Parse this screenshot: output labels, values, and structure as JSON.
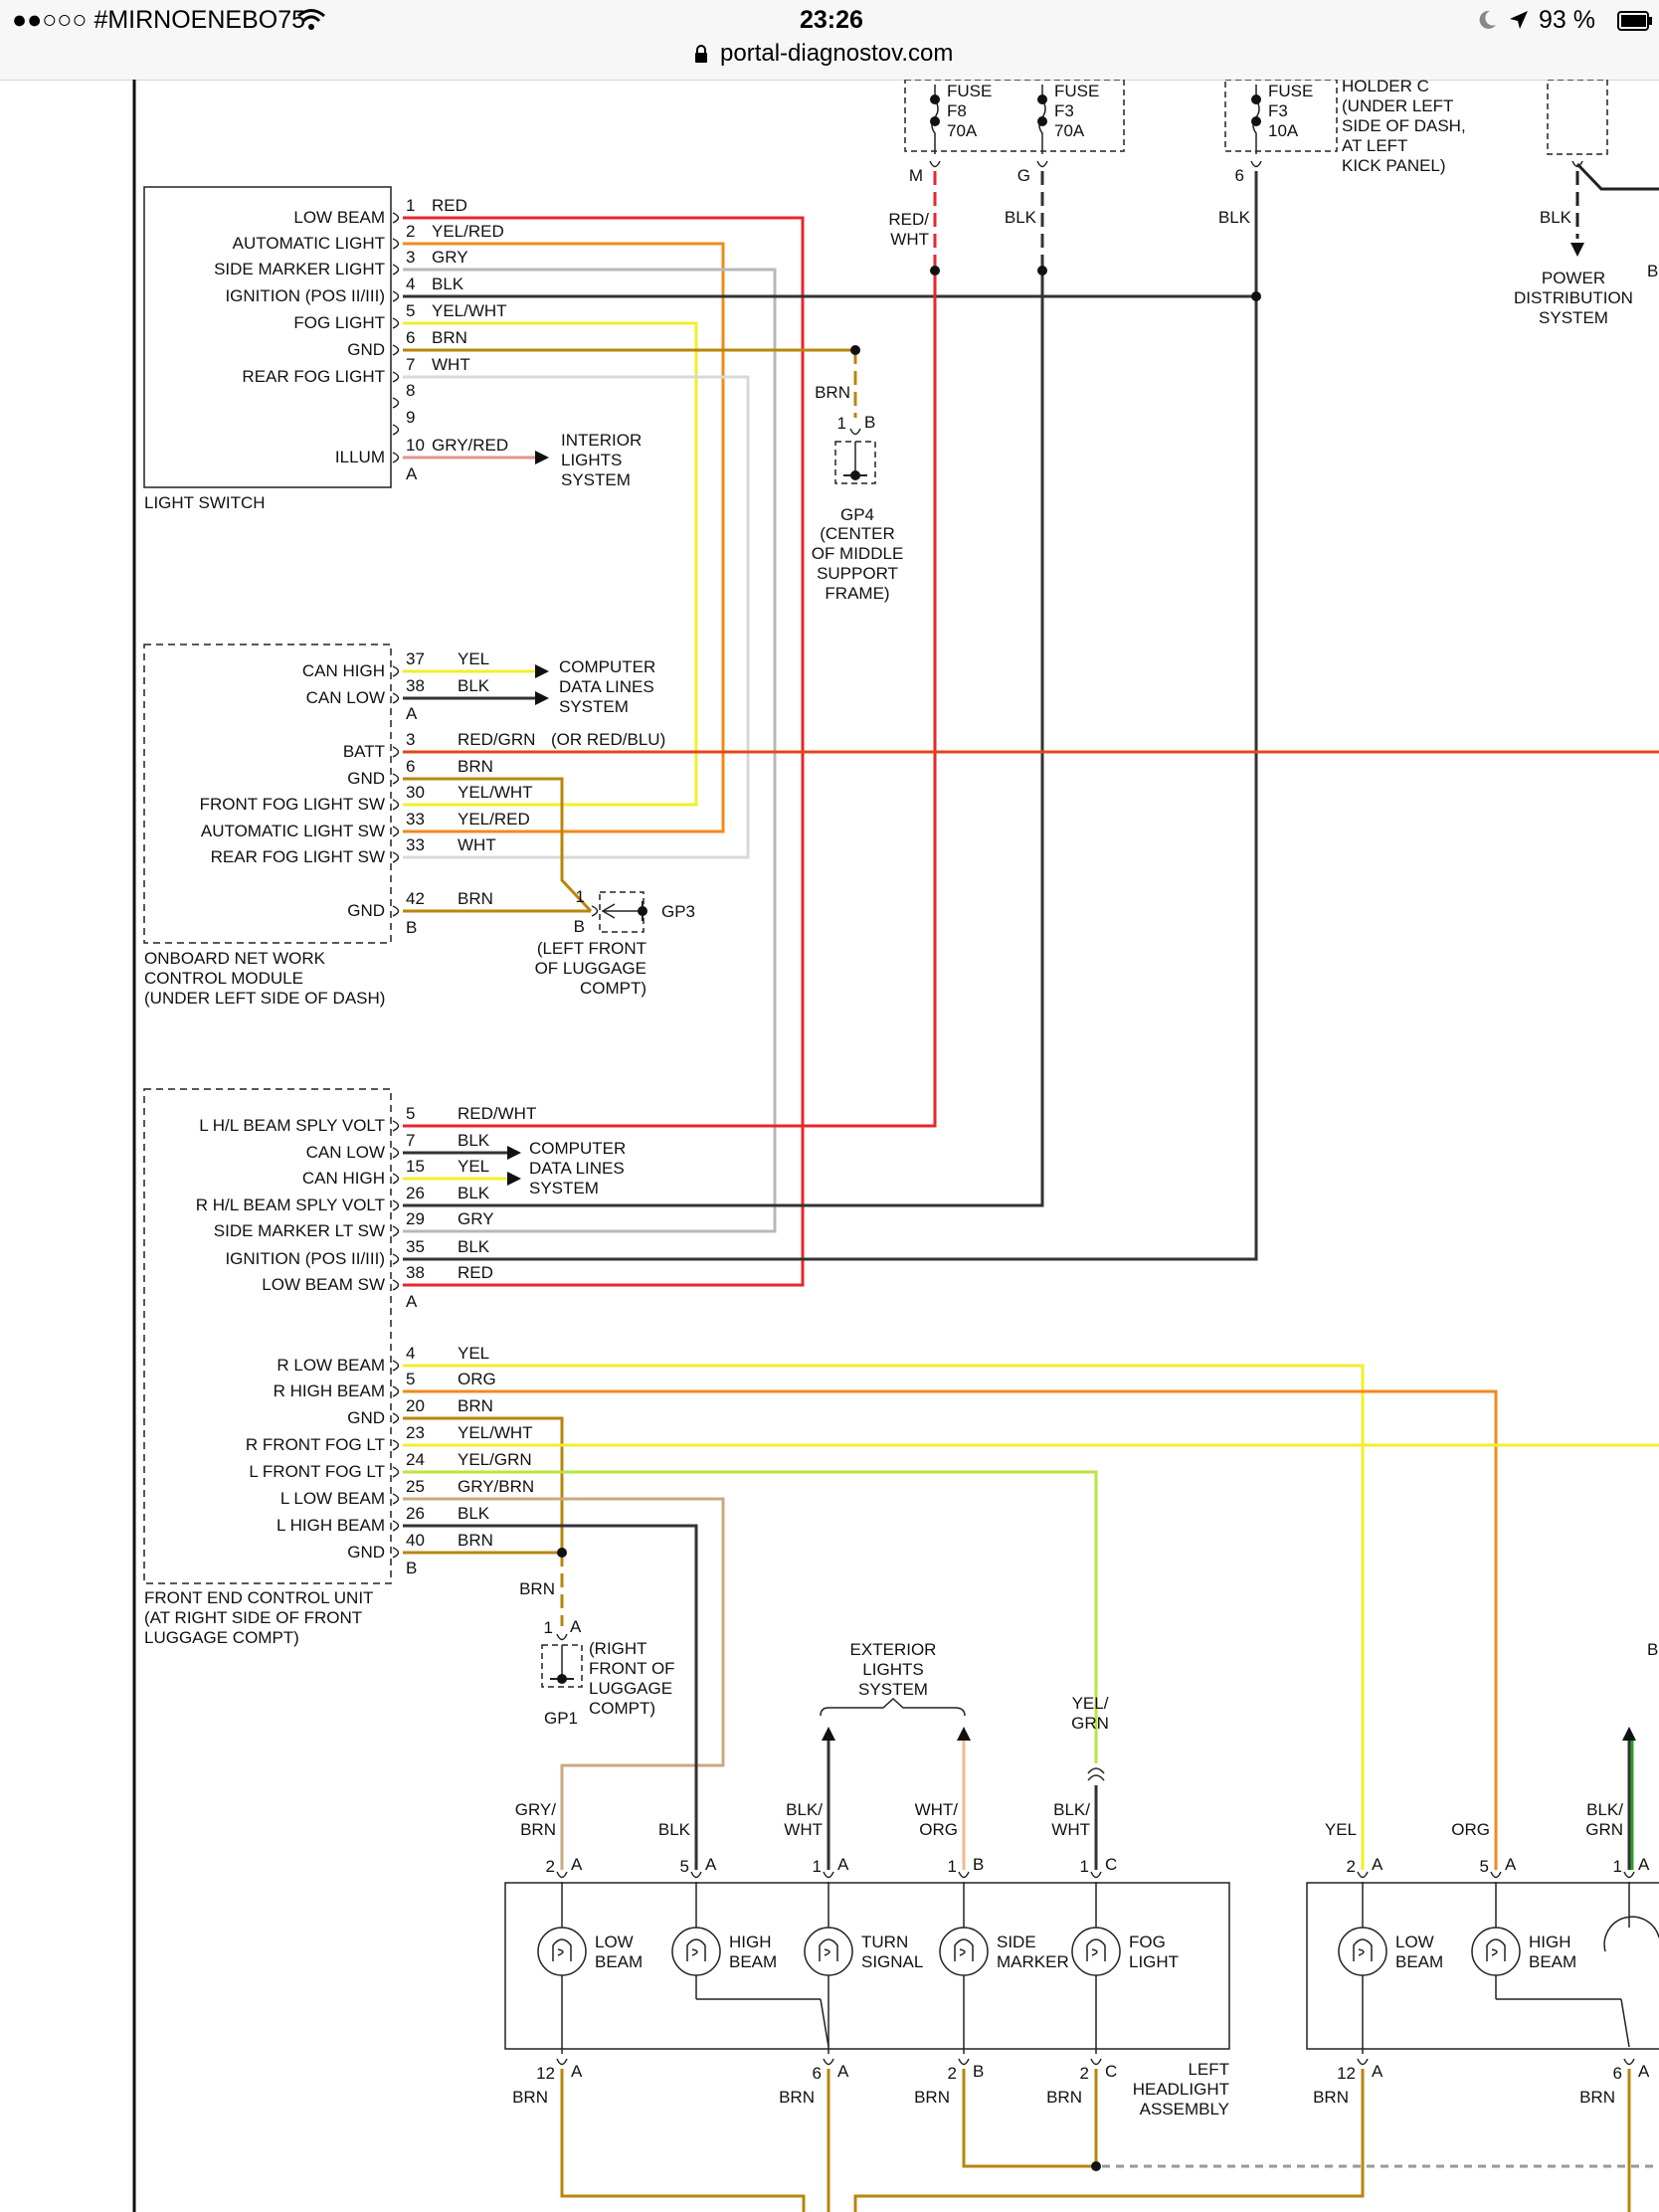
{
  "status": {
    "carrier": "●●○○○ #MIRNOENEBO75",
    "time": "23:26",
    "battery": "93 %",
    "url": "portal-diagnostov.com",
    "wifi_icon": "wifi-icon",
    "moon_icon": "moon-icon",
    "location_icon": "location-arrow-icon",
    "lock_icon": "lock-icon",
    "battery_icon": "battery-icon"
  },
  "colors": {
    "red": "#e8262d",
    "yellow": "#f2ef2a",
    "orange": "#f08a1d",
    "gray": "#b8b8b8",
    "black": "#333333",
    "brown": "#b8860b",
    "white_wire": "#d8d8d8",
    "pink": "#e89090",
    "tan": "#c8aa80",
    "peach": "#f0b890",
    "ygreen": "#b8e63c",
    "green": "#2aa12a"
  },
  "fuses": [
    {
      "line1": "FUSE",
      "line2": "F8",
      "line3": "70A",
      "pin": "M"
    },
    {
      "line1": "FUSE",
      "line2": "F3",
      "line3": "70A",
      "pin": "G"
    },
    {
      "line1": "FUSE",
      "line2": "F3",
      "line3": "10A",
      "pin": "6"
    }
  ],
  "holder_c": {
    "lines": [
      "HOLDER C",
      "(UNDER LEFT",
      "SIDE OF DASH,",
      "AT LEFT",
      "KICK PANEL)"
    ]
  },
  "top_wire_labels": {
    "red_wht_1": "RED/",
    "red_wht_2": "WHT",
    "blk_g": "BLK",
    "blk_6": "BLK",
    "blk_pd": "BLK",
    "brn_gp4": "BRN",
    "bl_cut": "BL"
  },
  "power_dist": {
    "lines": [
      "POWER",
      "DISTRIBUTION",
      "SYSTEM"
    ]
  },
  "light_switch": {
    "name": "LIGHT SWITCH",
    "rows": [
      {
        "label": "LOW BEAM",
        "pin": "1",
        "wire": "RED"
      },
      {
        "label": "AUTOMATIC LIGHT",
        "pin": "2",
        "wire": "YEL/RED"
      },
      {
        "label": "SIDE MARKER LIGHT",
        "pin": "3",
        "wire": "GRY"
      },
      {
        "label": "IGNITION (POS II/III)",
        "pin": "4",
        "wire": "BLK"
      },
      {
        "label": "FOG LIGHT",
        "pin": "5",
        "wire": "YEL/WHT"
      },
      {
        "label": "GND",
        "pin": "6",
        "wire": "BRN"
      },
      {
        "label": "REAR FOG LIGHT",
        "pin": "7",
        "wire": "WHT"
      },
      {
        "label": "",
        "pin": "8",
        "wire": ""
      },
      {
        "label": "",
        "pin": "9",
        "wire": ""
      },
      {
        "label": "ILLUM",
        "pin": "10",
        "wire": "GRY/RED"
      }
    ],
    "connector": "A",
    "interior": [
      "INTERIOR",
      "LIGHTS",
      "SYSTEM"
    ]
  },
  "gp4": {
    "pin": "1",
    "conn": "B",
    "name": "GP4",
    "desc": [
      "(CENTER",
      "OF MIDDLE",
      "SUPPORT",
      "FRAME)"
    ]
  },
  "onboard": {
    "name": [
      "ONBOARD NET WORK",
      "CONTROL MODULE",
      "(UNDER LEFT SIDE OF DASH)"
    ],
    "rows": [
      {
        "label": "CAN HIGH",
        "pin": "37",
        "wire": "YEL"
      },
      {
        "label": "CAN LOW",
        "pin": "38",
        "wire": "BLK"
      },
      {
        "label": "BATT",
        "pin": "3",
        "wire": "RED/GRN"
      },
      {
        "label": "GND",
        "pin": "6",
        "wire": "BRN"
      },
      {
        "label": "FRONT FOG LIGHT SW",
        "pin": "30",
        "wire": "YEL/WHT"
      },
      {
        "label": "AUTOMATIC LIGHT SW",
        "pin": "33",
        "wire": "YEL/RED"
      },
      {
        "label": "REAR FOG LIGHT SW",
        "pin": "33",
        "wire": "WHT"
      },
      {
        "label": "GND",
        "pin": "42",
        "wire": "BRN"
      }
    ],
    "conn_a": "A",
    "conn_b": "B",
    "batt_note": "(OR RED/BLU)",
    "cdl": [
      "COMPUTER",
      "DATA LINES",
      "SYSTEM"
    ],
    "gp3": {
      "name": "GP3",
      "pin": "1",
      "conn": "B",
      "desc": [
        "(LEFT FRONT",
        "OF LUGGAGE",
        "COMPT)"
      ]
    }
  },
  "fecu": {
    "name": [
      "FRONT END CONTROL UNIT",
      "(AT RIGHT SIDE OF FRONT",
      "LUGGAGE COMPT)"
    ],
    "rows_a": [
      {
        "label": "L H/L BEAM SPLY VOLT",
        "pin": "5",
        "wire": "RED/WHT"
      },
      {
        "label": "CAN LOW",
        "pin": "7",
        "wire": "BLK"
      },
      {
        "label": "CAN HIGH",
        "pin": "15",
        "wire": "YEL"
      },
      {
        "label": "R H/L BEAM SPLY VOLT",
        "pin": "26",
        "wire": "BLK"
      },
      {
        "label": "SIDE MARKER LT SW",
        "pin": "29",
        "wire": "GRY"
      },
      {
        "label": "IGNITION (POS II/III)",
        "pin": "35",
        "wire": "BLK"
      },
      {
        "label": "LOW BEAM SW",
        "pin": "38",
        "wire": "RED"
      }
    ],
    "rows_b": [
      {
        "label": "R LOW BEAM",
        "pin": "4",
        "wire": "YEL"
      },
      {
        "label": "R HIGH BEAM",
        "pin": "5",
        "wire": "ORG"
      },
      {
        "label": "GND",
        "pin": "20",
        "wire": "BRN"
      },
      {
        "label": "R FRONT FOG LT",
        "pin": "23",
        "wire": "YEL/WHT"
      },
      {
        "label": "L FRONT FOG LT",
        "pin": "24",
        "wire": "YEL/GRN"
      },
      {
        "label": "L LOW BEAM",
        "pin": "25",
        "wire": "GRY/BRN"
      },
      {
        "label": "L HIGH BEAM",
        "pin": "26",
        "wire": "BLK"
      },
      {
        "label": "GND",
        "pin": "40",
        "wire": "BRN"
      }
    ],
    "conn_a": "A",
    "conn_b": "B",
    "cdl": [
      "COMPUTER",
      "DATA LINES",
      "SYSTEM"
    ],
    "gp1": {
      "name": "GP1",
      "pin": "1",
      "conn": "A",
      "wire": "BRN",
      "desc": [
        "(RIGHT",
        "FRONT OF",
        "LUGGAGE",
        "COMPT)"
      ]
    }
  },
  "exterior": [
    "EXTERIOR",
    "LIGHTS",
    "SYSTEM"
  ],
  "left_headlight": {
    "name": [
      "LEFT",
      "HEADLIGHT",
      "ASSEMBLY"
    ],
    "inputs": [
      {
        "w1": "GRY/",
        "w2": "BRN",
        "pin": "2",
        "conn": "A"
      },
      {
        "w1": "",
        "w2": "BLK",
        "pin": "5",
        "conn": "A"
      },
      {
        "w1": "BLK/",
        "w2": "WHT",
        "pin": "1",
        "conn": "A"
      },
      {
        "w1": "WHT/",
        "w2": "ORG",
        "pin": "1",
        "conn": "B"
      },
      {
        "w1": "BLK/",
        "w2": "WHT",
        "pin": "1",
        "conn": "C"
      }
    ],
    "ygrn": [
      "YEL/",
      "GRN"
    ],
    "bulbs": [
      {
        "l1": "LOW",
        "l2": "BEAM"
      },
      {
        "l1": "HIGH",
        "l2": "BEAM"
      },
      {
        "l1": "TURN",
        "l2": "SIGNAL"
      },
      {
        "l1": "SIDE",
        "l2": "MARKER"
      },
      {
        "l1": "FOG",
        "l2": "LIGHT"
      }
    ],
    "outputs": [
      {
        "pin": "12",
        "conn": "A",
        "wire": "BRN"
      },
      {
        "pin": "6",
        "conn": "A",
        "wire": "BRN"
      },
      {
        "pin": "2",
        "conn": "B",
        "wire": "BRN"
      },
      {
        "pin": "2",
        "conn": "C",
        "wire": "BRN"
      }
    ]
  },
  "right_headlight": {
    "inputs": [
      {
        "w1": "",
        "w2": "YEL",
        "pin": "2",
        "conn": "A"
      },
      {
        "w1": "",
        "w2": "ORG",
        "pin": "5",
        "conn": "A"
      },
      {
        "w1": "BLK/",
        "w2": "GRN",
        "pin": "1",
        "conn": "A"
      }
    ],
    "bulbs": [
      {
        "l1": "LOW",
        "l2": "BEAM"
      },
      {
        "l1": "HIGH",
        "l2": "BEAM"
      }
    ],
    "outputs": [
      {
        "pin": "12",
        "conn": "A",
        "wire": "BRN"
      },
      {
        "pin": "6",
        "conn": "A",
        "wire": "BRN"
      }
    ],
    "cut_b": "B"
  }
}
